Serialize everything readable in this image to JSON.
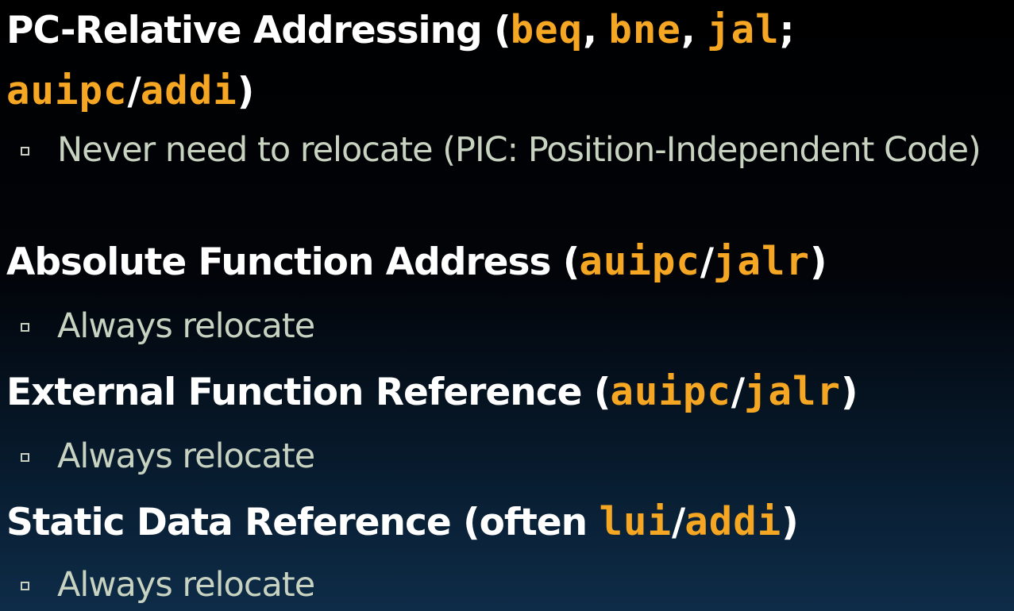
{
  "sections": [
    {
      "heading_pre": "PC-Relative Addressing (",
      "code1": "beq",
      "sep1": ", ",
      "code2": "bne",
      "sep2": ", ",
      "code3": "jal",
      "sep3": "; ",
      "code4": "auipc",
      "sep4": "/",
      "code5": "addi",
      "heading_post": ")",
      "bullet": "Never need to relocate (PIC: Position-Independent Code)"
    },
    {
      "heading_pre": "Absolute Function Address (",
      "code1": "auipc",
      "sep1": "/",
      "code2": "jalr",
      "heading_post": ")",
      "bullet": "Always relocate"
    },
    {
      "heading_pre": "External Function Reference (",
      "code1": "auipc",
      "sep1": "/",
      "code2": "jalr",
      "heading_post": ")",
      "bullet": "Always relocate"
    },
    {
      "heading_pre": "Static Data Reference (often ",
      "code1": "lui",
      "sep1": "/",
      "code2": "addi",
      "heading_post": ")",
      "bullet": "Always relocate"
    }
  ]
}
